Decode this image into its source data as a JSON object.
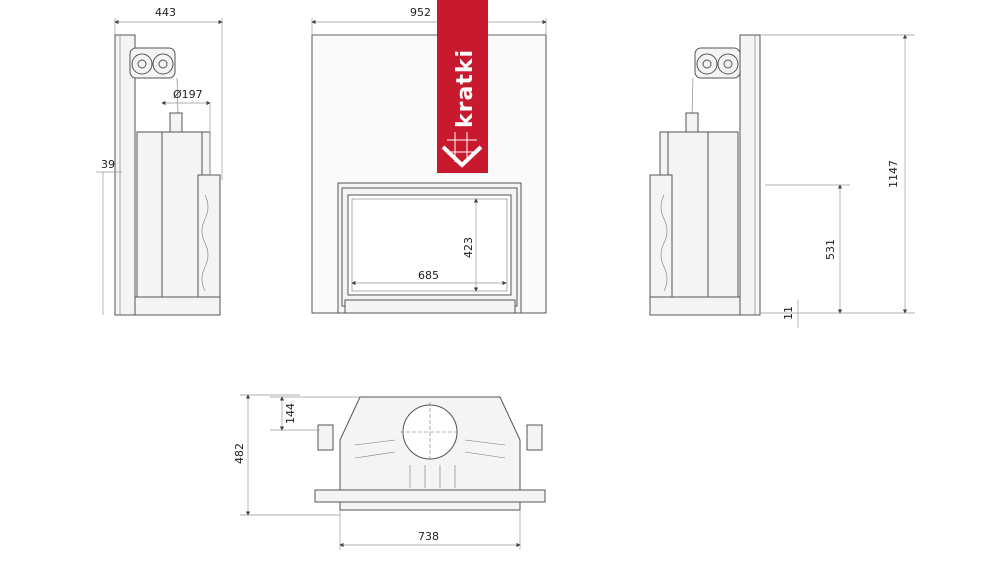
{
  "brand": {
    "name": "kratki",
    "color": "#c8192e"
  },
  "dimensions": {
    "side_depth": "443",
    "flue_diameter": "Ø197",
    "side_offset": "39",
    "front_width": "952",
    "glass_width": "685",
    "glass_height": "423",
    "total_height": "1147",
    "base_height": "531",
    "foot_height": "11",
    "plan_offset": "144",
    "plan_depth": "482",
    "plan_width": "738"
  }
}
